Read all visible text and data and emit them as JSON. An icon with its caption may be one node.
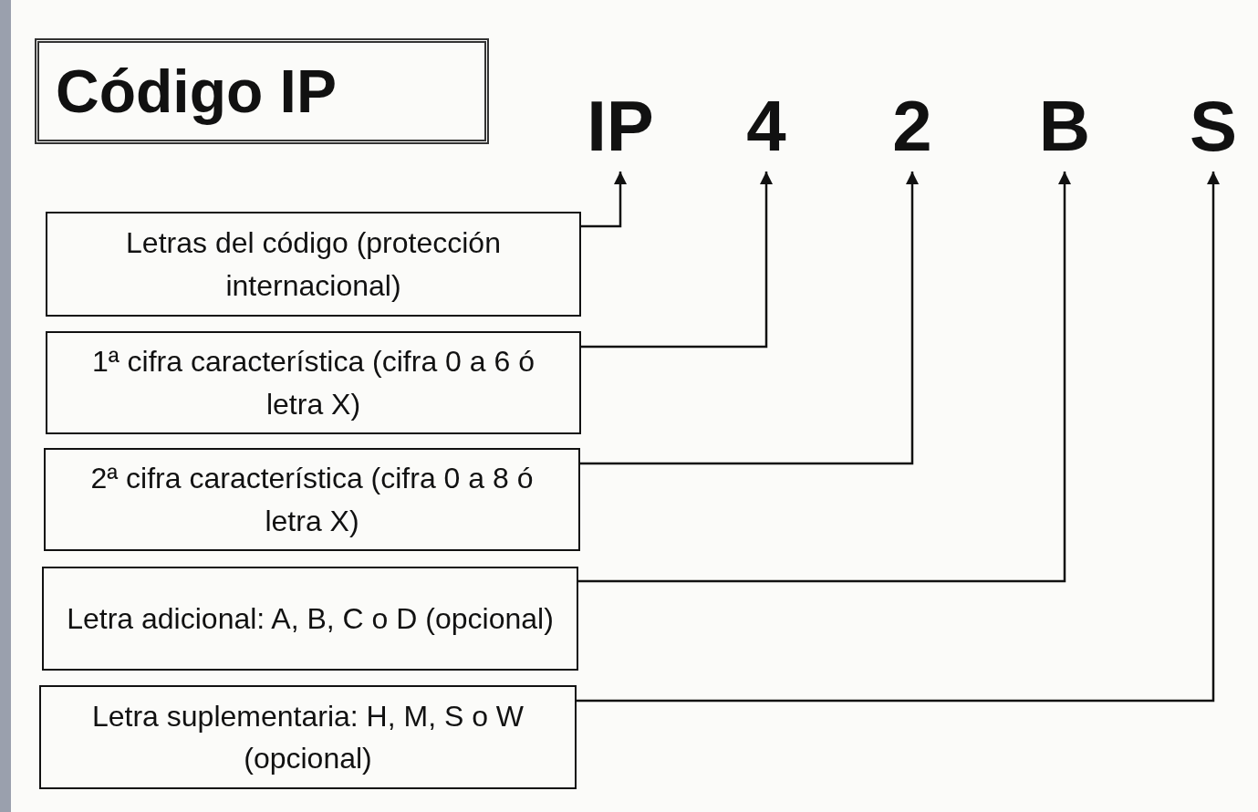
{
  "diagram": {
    "nodes": [
      {
        "text": [
          "Código IP"
        ]
      },
      {
        "text": [
          "IP"
        ]
      },
      {
        "text": [
          "4"
        ]
      },
      {
        "text": [
          "2"
        ]
      },
      {
        "text": [
          "B"
        ]
      },
      {
        "text": [
          "S"
        ]
      },
      {
        "text": [
          "Letras del código (protección internacional)"
        ]
      },
      {
        "text": [
          "1ª cifra característica (cifra 0 a 6 ó letra X)"
        ]
      },
      {
        "text": [
          "2ª cifra característica (cifra 0 a 8 ó letra X)"
        ]
      },
      {
        "text": [
          "Letra adicional: A, B, C o D (opcional)"
        ]
      },
      {
        "text": [
          "Letra suplementaria: H, M, S o W (opcional)"
        ]
      }
    ],
    "edges": [
      {
        "from": 6,
        "to": 1,
        "arrow": "to"
      },
      {
        "from": 7,
        "to": 2,
        "arrow": "to"
      },
      {
        "from": 8,
        "to": 3,
        "arrow": "to"
      },
      {
        "from": 9,
        "to": 4,
        "arrow": "to"
      },
      {
        "from": 10,
        "to": 5,
        "arrow": "to"
      }
    ]
  }
}
